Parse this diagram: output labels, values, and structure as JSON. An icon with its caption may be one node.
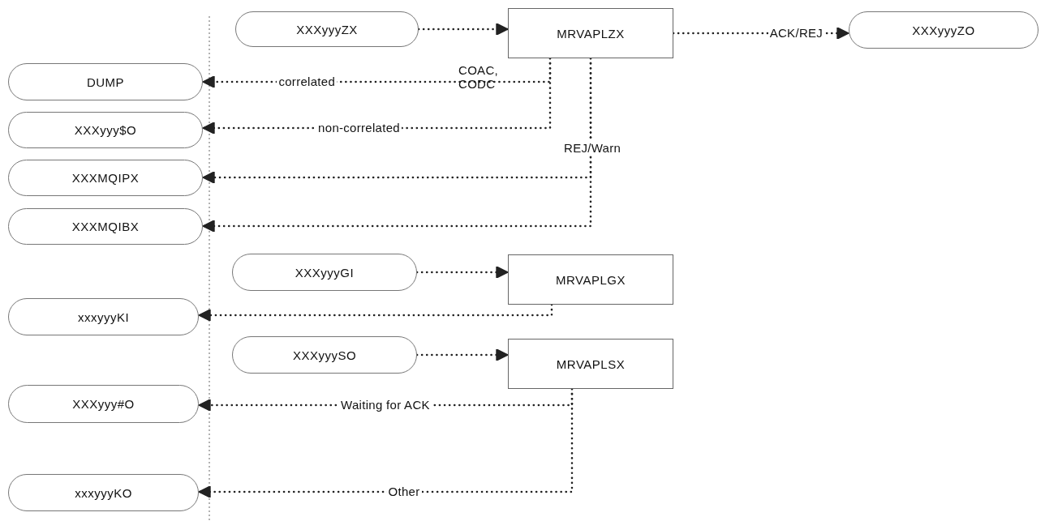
{
  "diagram": {
    "nodes": [
      {
        "text": [
          "XXXyyyZX"
        ]
      },
      {
        "text": [
          "MRVAPLZX"
        ]
      },
      {
        "text": [
          "XXXyyyZO"
        ]
      },
      {
        "text": [
          "DUMP"
        ]
      },
      {
        "text": [
          "XXXyyy$O"
        ]
      },
      {
        "text": [
          "XXXMQIPX"
        ]
      },
      {
        "text": [
          "XXXMQIBX"
        ]
      },
      {
        "text": [
          "XXXyyyGI"
        ]
      },
      {
        "text": [
          "MRVAPLGX"
        ]
      },
      {
        "text": [
          "xxxyyyKI"
        ]
      },
      {
        "text": [
          "XXXyyySO"
        ]
      },
      {
        "text": [
          "MRVAPLSX"
        ]
      },
      {
        "text": [
          "XXXyyy#O"
        ]
      },
      {
        "text": [
          "xxxyyyKO"
        ]
      }
    ],
    "edges": [
      {
        "from": 0,
        "to": 1,
        "arrow": "to"
      },
      {
        "from": 1,
        "to": 2,
        "arrow": "to",
        "label": "ACK/REJ"
      },
      {
        "from": 1,
        "to": 3,
        "arrow": "to",
        "label": "correlated"
      },
      {
        "from": 1,
        "to": 4,
        "arrow": "to",
        "label": "non-correlated"
      },
      {
        "from": 1,
        "to": 5,
        "arrow": "to",
        "label": "REJ/Warn"
      },
      {
        "from": 1,
        "to": 6,
        "arrow": "to"
      },
      {
        "from": 7,
        "to": 8,
        "arrow": "to"
      },
      {
        "from": 8,
        "to": 9,
        "arrow": "to"
      },
      {
        "from": 10,
        "to": 11,
        "arrow": "to"
      },
      {
        "from": 11,
        "to": 12,
        "arrow": "to",
        "label": "Waiting for ACK"
      },
      {
        "from": 11,
        "to": 13,
        "arrow": "to",
        "label": "Other"
      }
    ],
    "labels": [
      "COAC, CODC"
    ]
  }
}
